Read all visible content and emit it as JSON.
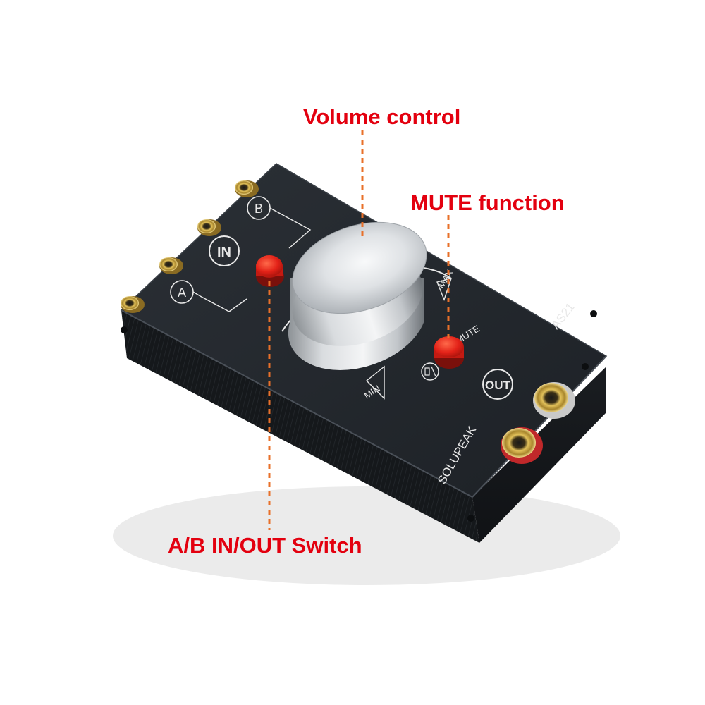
{
  "callouts": {
    "volume_control": "Volume control",
    "mute_function": "MUTE function",
    "ab_switch": "A/B IN/OUT Switch"
  },
  "device": {
    "brand": "SOLUPEAK",
    "model": "AS21",
    "label_a": "A",
    "label_b": "B",
    "label_in": "IN",
    "label_out": "OUT",
    "label_min": "MIN",
    "label_max": "MAX",
    "label_mute": "MUTE"
  },
  "colors": {
    "callout_text": "#e3000f",
    "leader_line": "#e8702a",
    "button_red": "#e32218",
    "chassis": "#22262b"
  }
}
